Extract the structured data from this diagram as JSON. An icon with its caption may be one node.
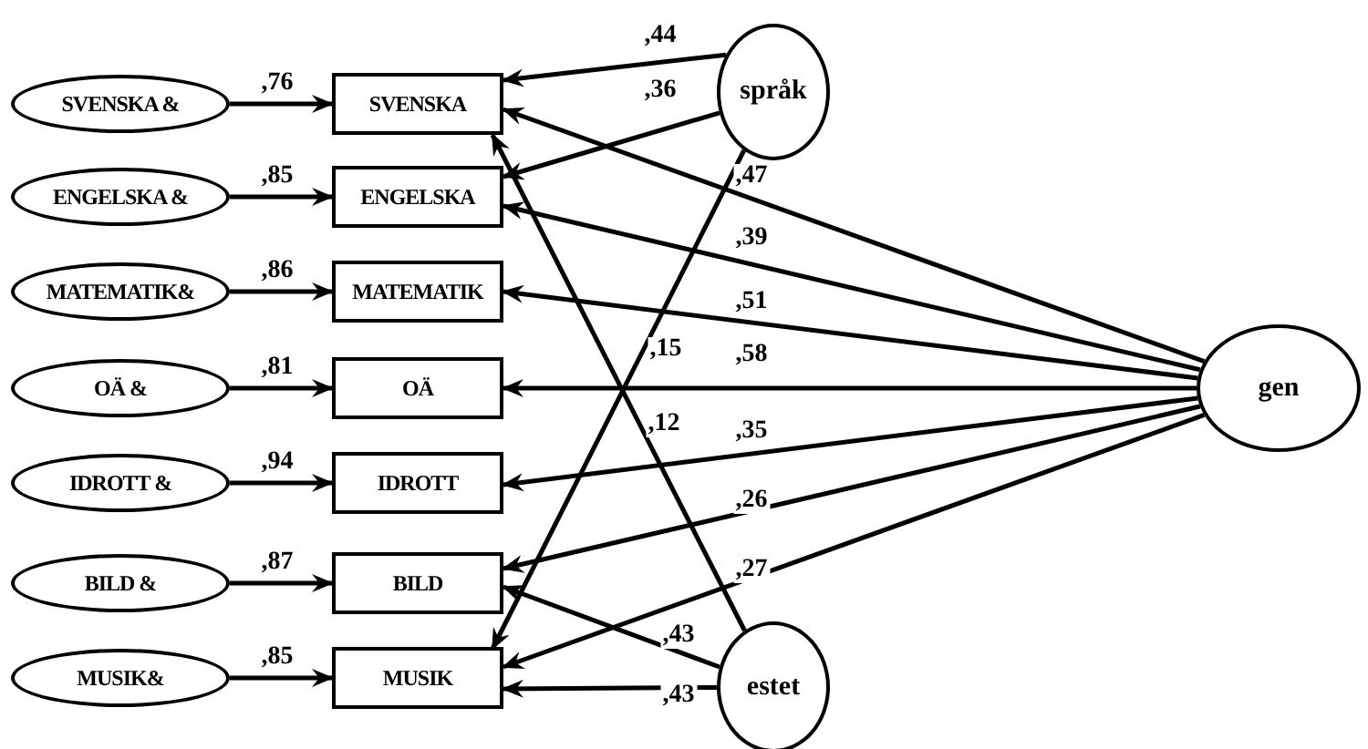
{
  "diagram": {
    "nodes": [
      {
        "text": [
          "SVENSKA &"
        ]
      },
      {
        "text": [
          "ENGELSKA &"
        ]
      },
      {
        "text": [
          "MATEMATIK&"
        ]
      },
      {
        "text": [
          "OÄ &"
        ]
      },
      {
        "text": [
          "IDROTT &"
        ]
      },
      {
        "text": [
          "BILD &"
        ]
      },
      {
        "text": [
          "MUSIK&"
        ]
      },
      {
        "text": [
          "SVENSKA"
        ]
      },
      {
        "text": [
          "ENGELSKA"
        ]
      },
      {
        "text": [
          "MATEMATIK"
        ]
      },
      {
        "text": [
          "OÄ"
        ]
      },
      {
        "text": [
          "IDROTT"
        ]
      },
      {
        "text": [
          "BILD"
        ]
      },
      {
        "text": [
          "MUSIK"
        ]
      },
      {
        "text": [
          "språk"
        ]
      },
      {
        "text": [
          "gen"
        ]
      },
      {
        "text": [
          "estet"
        ]
      }
    ],
    "edges": [
      {
        "from": 0,
        "to": 7,
        "arrow": "to",
        "label": ",76"
      },
      {
        "from": 1,
        "to": 8,
        "arrow": "to",
        "label": ",85"
      },
      {
        "from": 2,
        "to": 9,
        "arrow": "to",
        "label": ",86"
      },
      {
        "from": 3,
        "to": 10,
        "arrow": "to",
        "label": ",81"
      },
      {
        "from": 4,
        "to": 11,
        "arrow": "to",
        "label": ",94"
      },
      {
        "from": 5,
        "to": 12,
        "arrow": "to",
        "label": ",87"
      },
      {
        "from": 6,
        "to": 13,
        "arrow": "to",
        "label": ",85"
      },
      {
        "from": 14,
        "to": 7,
        "arrow": "to",
        "label": ",44"
      },
      {
        "from": 14,
        "to": 8,
        "arrow": "to",
        "label": ",36"
      },
      {
        "from": 15,
        "to": 7,
        "arrow": "to",
        "label": ",47"
      },
      {
        "from": 15,
        "to": 8,
        "arrow": "to",
        "label": ",39"
      },
      {
        "from": 15,
        "to": 9,
        "arrow": "to",
        "label": ",51"
      },
      {
        "from": 15,
        "to": 10,
        "arrow": "to",
        "label": ",58"
      },
      {
        "from": 15,
        "to": 11,
        "arrow": "to",
        "label": ",35"
      },
      {
        "from": 15,
        "to": 12,
        "arrow": "to",
        "label": ",26"
      },
      {
        "from": 15,
        "to": 13,
        "arrow": "to",
        "label": ",27"
      },
      {
        "from": 14,
        "to": 13,
        "arrow": "to",
        "label": ",15"
      },
      {
        "from": 16,
        "to": 7,
        "arrow": "to",
        "label": ",12"
      },
      {
        "from": 16,
        "to": 12,
        "arrow": "to",
        "label": ",43"
      },
      {
        "from": 16,
        "to": 13,
        "arrow": "to",
        "label": ",43"
      }
    ]
  }
}
